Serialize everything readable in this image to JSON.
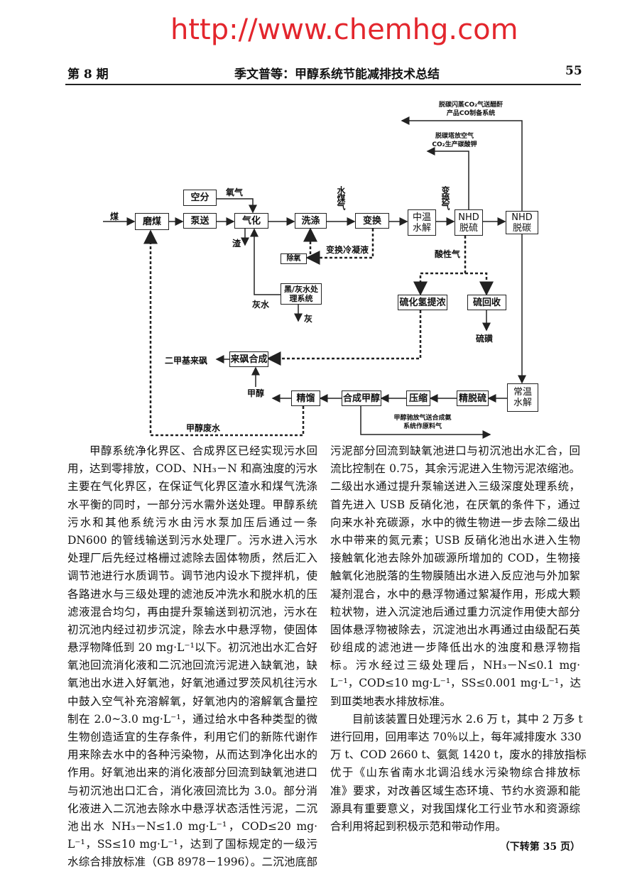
{
  "header": {
    "issue": "第 8 期",
    "title": "季文普等：甲醇系统节能减排技术总结",
    "page": "55"
  },
  "diagram": {
    "coal": "煤",
    "mill": "磨煤",
    "pump": "泵送",
    "air_sep": "空分",
    "oxygen": "氧气",
    "gasify": "气化",
    "slag": "渣",
    "wash": "洗涤",
    "syngas": "水煤气",
    "shift": "变换",
    "deox": "除氧",
    "shift_condensate": "变换冷凝液",
    "blackwater": "黑/灰水处理系统",
    "greywater": "灰水",
    "ash": "灰",
    "mid_hydrolysis": "中温水解",
    "shift_gas": "变换气",
    "nhd_desulf": "NHD\n脱硫",
    "nhd_decarb": "NHD\n脱碳",
    "co2_flash_1": "脱碳闪蒸CO₂气送醋酐",
    "co2_flash_2": "产品CO制备系统",
    "vent_1": "脱碳塔放空气",
    "vent_2": "CO₂生产碳酸钾",
    "acid_gas": "酸性气",
    "h2s_conc": "硫化氢提浓",
    "s_recovery": "硫回收",
    "sulfur": "硫磺",
    "sulfone_synth": "来砜合成",
    "dms": "二甲基来砜",
    "methanol_a": "甲醇",
    "ambient_hydrolysis": "常温水解",
    "fine_desulf": "精脱硫",
    "compress": "压缩",
    "meoh_synth": "合成甲醇",
    "rectify": "精馏",
    "methanol_b": "甲醇",
    "meoh_wastewater": "甲醇废水",
    "purge_1": "甲醇驰放气送合成氨",
    "purge_2": "系统作原料气"
  },
  "left_column": [
    "甲醇系统净化界区、合成界区已经实现污水回",
    "用，达到零排放，COD、NH₃－N 和高浊度的污水",
    "主要在气化界区，在保证气化界区渣水和煤气洗涤",
    "水平衡的同时，一部分污水需外送处理。甲醇系统",
    "污水和其他系统污水由污水泵加压后通过一条",
    "DN600 的管线输送到污水处理厂。污水进入污水",
    "处理厂后先经过格栅过滤除去固体物质，然后汇入",
    "调节池进行水质调节。调节池内设水下搅拌机，使",
    "各路进水与三级处理的滤池反冲洗水和脱水机的压",
    "滤液混合均匀，再由提升泵输送到初沉池，污水在",
    "初沉池内经过初步沉淀，除去水中悬浮物，使固体",
    "悬浮物降低到 20 mg·L⁻¹以下。初沉池出水汇合好",
    "氧池回流消化液和二沉池回流污泥进入缺氧池，缺",
    "氧池出水进入好氧池，好氧池通过罗茨风机往污水",
    "中鼓入空气补充溶解氧，好氧池内的溶解氧含量控",
    "制在 2.0~3.0 mg·L⁻¹，通过给水中各种类型的微",
    "生物创造适宜的生存条件，利用它们的新陈代谢作",
    "用来除去水中的各种污染物，从而达到净化出水的",
    "作用。好氧池出来的消化液部分回流到缺氧池进口",
    "与初沉池出口汇合，消化液回流比为 3.0。部分消",
    "化液进入二沉池去除水中悬浮状态活性污泥，二沉",
    "池出水 NH₃－N≤1.0 mg·L⁻¹，COD≤20 mg·",
    "L⁻¹，SS≤10 mg·L⁻¹，达到了国标规定的一级污",
    "水综合排放标准（GB 8978－1996）。二沉池底部"
  ],
  "right_column": [
    "污泥部分回流到缺氧池进口与初沉池出水汇合，回",
    "流比控制在 0.75，其余污泥进入生物污泥浓缩池。",
    "二级出水通过提升泵输送进入三级深度处理系统，",
    "首先进入 USB 反硝化池，在厌氧的条件下，通过",
    "向来水补充碳源，水中的微生物进一步去除二级出",
    "水中带来的氮元素；USB 反硝化池出水进入生物",
    "接触氧化池去除外加碳源所增加的 COD，生物接",
    "触氧化池脱落的生物膜随出水进入反应池与外加絮",
    "凝剂混合，水中的悬浮物通过絮凝作用，形成大颗",
    "粒状物，进入沉淀池后通过重力沉淀作用使大部分",
    "固体悬浮物被除去，沉淀池出水再通过由级配石英",
    "砂组成的滤池进一步降低出水的浊度和悬浮物指",
    "标。污水经过三级处理后，NH₃－N≤0.1 mg·",
    "L⁻¹，COD≤10 mg·L⁻¹，SS≤0.001 mg·L⁻¹，达",
    "到Ⅲ类地表水排放标准。",
    "目前该装置日处理污水 2.6 万 t，其中 2 万多 t",
    "进行回用，回用率达 70％以上，每年减排废水 330",
    "万 t、COD 2660 t、氨氮 1420 t，废水的排放指标",
    "优于《山东省南水北调沿线水污染物综合排放标",
    "准》要求，对改善区域生态环境、节约水资源和能",
    "源具有重要意义，对我国煤化工行业节水和资源综",
    "合利用将起到积极示范和带动作用。"
  ],
  "continued": "（下转第 35 页）",
  "watermark": "http://www.chemhg.com"
}
